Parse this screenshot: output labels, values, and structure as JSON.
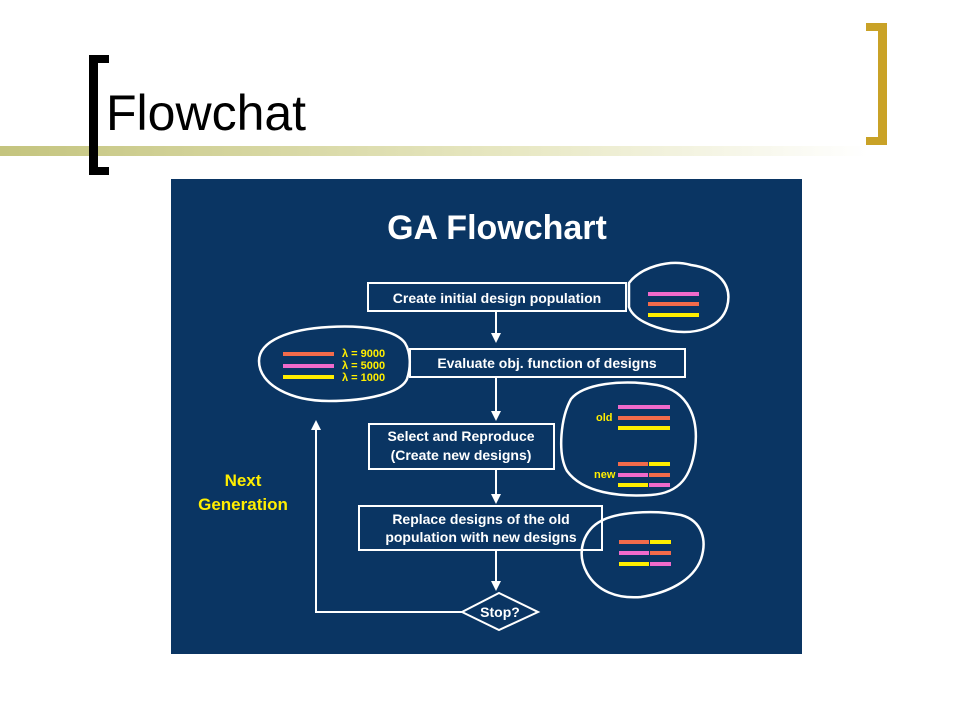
{
  "slide": {
    "title": "Flowchat",
    "accent_color": "#c9a227",
    "rule_color": "#d2d39b"
  },
  "diagram": {
    "title": "GA Flowchart",
    "background": "#0a3563",
    "steps": [
      {
        "lines": [
          "Create initial design population"
        ]
      },
      {
        "lines": [
          "Evaluate obj. function of designs"
        ]
      },
      {
        "lines": [
          "Select and Reproduce",
          "(Create new designs)"
        ]
      },
      {
        "lines": [
          "Replace designs of the old",
          "population with new designs"
        ]
      }
    ],
    "decision": "Stop?",
    "loop_label": [
      "Next",
      "Generation"
    ],
    "lambda_labels": [
      "λ = 9000",
      "λ = 5000",
      "λ = 1000"
    ],
    "old_label": "old",
    "new_label": "new",
    "gene_colors": {
      "red": "#f26b4b",
      "pink": "#f06acb",
      "yellow": "#ffee00"
    },
    "label_color": "#ffee00"
  }
}
